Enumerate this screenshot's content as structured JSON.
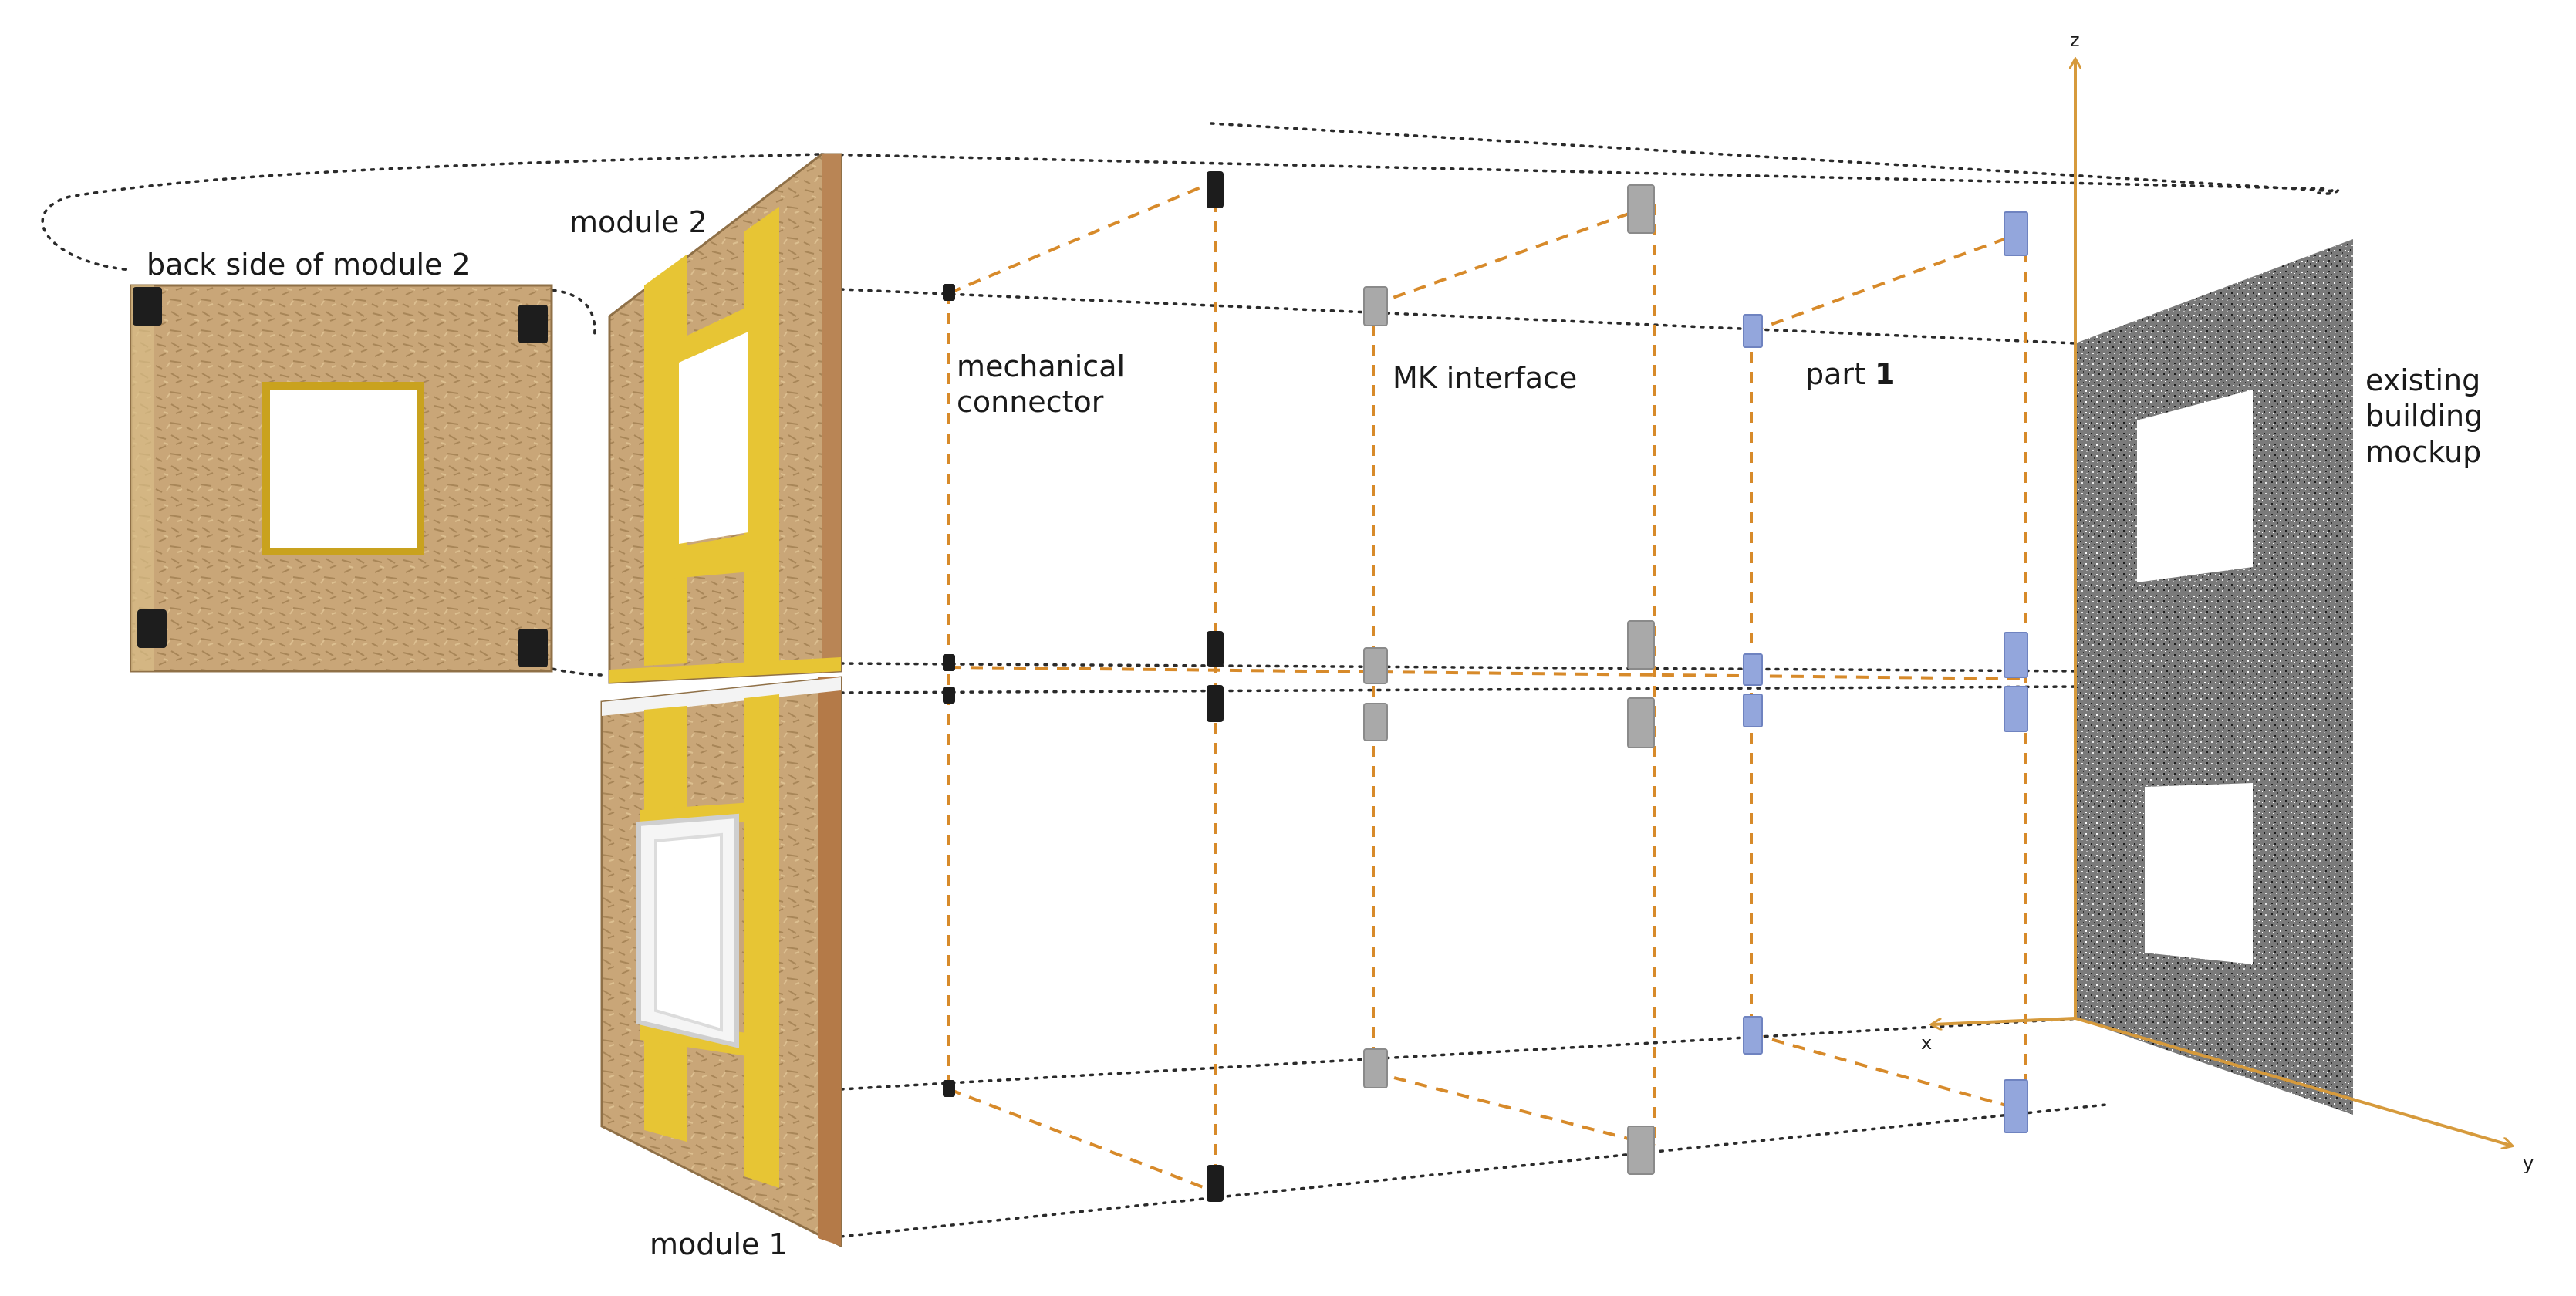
{
  "labels": {
    "back_side": "back side  of module 2",
    "module2": "module 2",
    "module1": "module 1",
    "mech_connector_line1": "mechanical",
    "mech_connector_line2": "connector",
    "mk_interface": "MK interface",
    "part1_word": "part ",
    "part1_num": "1",
    "existing_line1": "existing",
    "existing_line2": "building",
    "existing_line3": "mockup"
  },
  "axes": {
    "x": "x",
    "y": "y",
    "z": "z"
  },
  "colors": {
    "osb": "#c9a678",
    "timber": "#e7c534",
    "axis": "#d69a3c",
    "dash_orange": "#d78a2a",
    "dot_line": "#2a2a2a",
    "mk_block": "#a9a9a9",
    "part1_block": "#93a6dc",
    "mockup": "#6f6f6f"
  },
  "icons": [
    "mechanical-connector-icon",
    "mk-interface-block-icon",
    "part1-plate-icon"
  ]
}
